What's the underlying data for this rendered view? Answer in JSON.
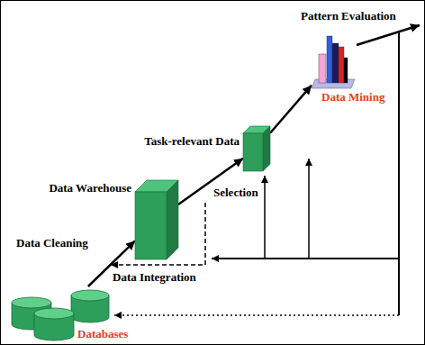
{
  "diagram": {
    "nodes": [
      {
        "text": [
          "Databases"
        ]
      },
      {
        "text": [
          "Data Warehouse"
        ]
      },
      {
        "text": [
          "Task-relevant Data"
        ]
      },
      {
        "text": [
          "Pattern Evaluation"
        ]
      }
    ],
    "edges": [
      {
        "from": 0,
        "to": 1,
        "label": "Data Cleaning",
        "arrow": "to"
      },
      {
        "from": 1,
        "to": 2,
        "label": "Selection",
        "arrow": "to"
      },
      {
        "from": 2,
        "to": 3,
        "label": "Data Mining",
        "arrow": "to"
      }
    ],
    "labels": [
      "Data Integration"
    ]
  }
}
